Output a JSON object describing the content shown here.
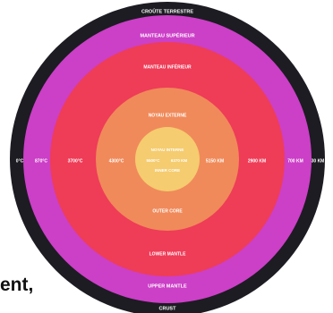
{
  "layers": {
    "crust_top": "CROÛTE TERRESTRE",
    "upper_mantle_fr": "MANTEAU SUPÉRIEUR",
    "lower_mantle_fr": "MANTEAU INFÉRIEUR",
    "outer_core_fr": "NOYAU EXTERNE",
    "inner_core_fr": "NOYAU INTERNE",
    "inner_core_en": "INNER CORE",
    "outer_core_en": "OUTER CORE",
    "lower_mantle_en": "LOWER MANTLE",
    "upper_mantle_en": "UPPER MANTLE",
    "crust_bottom": "CRUST"
  },
  "temperatures": [
    "0°C",
    "870°C",
    "3700°C",
    "4300°C",
    "5500°C"
  ],
  "depths": [
    "6370 KM",
    "5150 KM",
    "2900 KM",
    "700 KM",
    "30 KM"
  ],
  "caption": "ent,",
  "colors": {
    "crust": "#1c1c22",
    "upper_mantle": "#cc3fc7",
    "lower_mantle": "#ef3c57",
    "outer_core": "#f08a5a",
    "inner_core": "#f5cc6f",
    "text": "#ffffff"
  }
}
